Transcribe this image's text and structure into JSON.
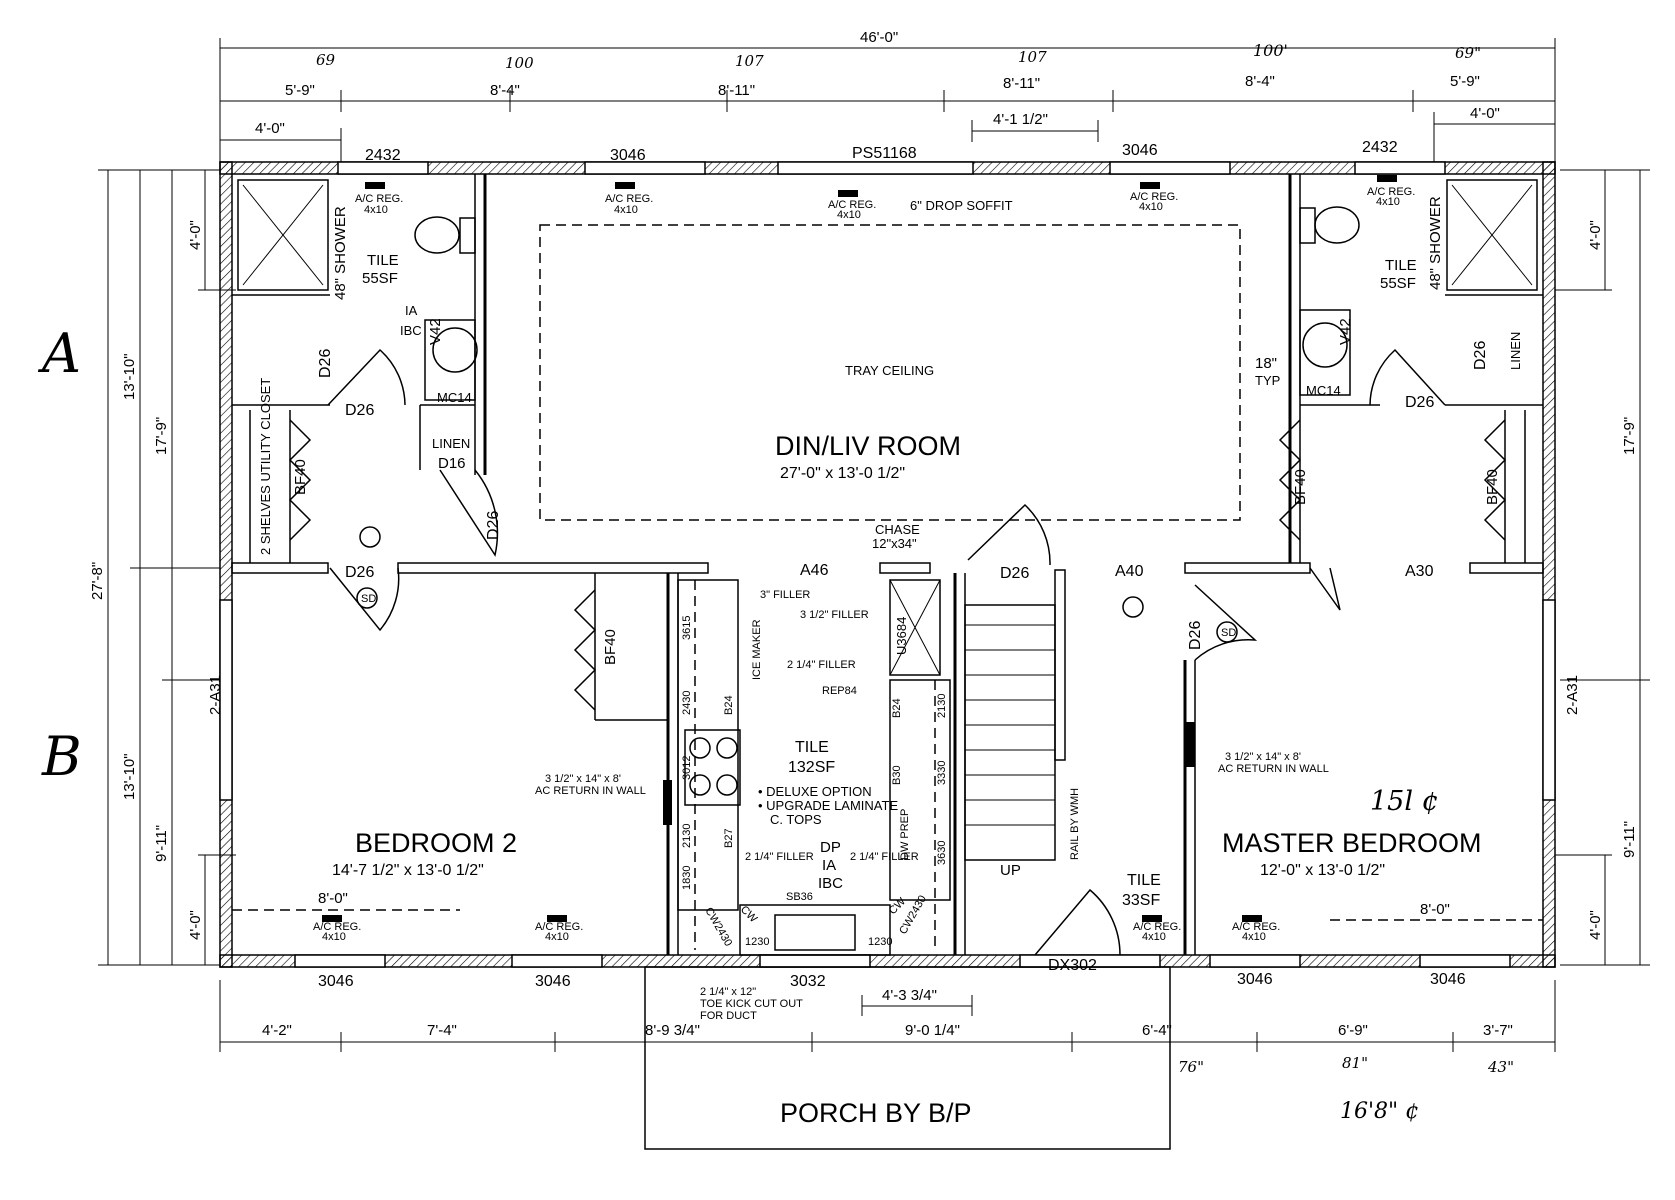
{
  "grid_labels": {
    "row_a": "A",
    "row_b": "B"
  },
  "overall": {
    "width": "46'-0\"",
    "depth": "27'-8\""
  },
  "top_dims": {
    "handwritten": [
      "69",
      "100",
      "107",
      "107",
      "100'",
      "69\""
    ],
    "segments": [
      "5'-9\"",
      "8'-4\"",
      "8'-11\"",
      "8'-11\"",
      "8'-4\"",
      "5'-9\""
    ],
    "left_4ft": "4'-0\"",
    "right_4ft": "4'-0\"",
    "center_offset": "4'-1 1/2\""
  },
  "top_windows": [
    "2432",
    "3046",
    "PS51168",
    "3046",
    "2432"
  ],
  "bottom_windows": [
    "3046",
    "3046",
    "3032",
    "3046",
    "3046"
  ],
  "bottom_dims": {
    "segments": [
      "4'-2\"",
      "7'-4\"",
      "8'-9 3/4\"",
      "9'-0 1/4\"",
      "6'-4\"",
      "6'-9\"",
      "3'-7\""
    ],
    "door_width": "4'-3 3/4\"",
    "handwritten": [
      "76\"",
      "81\"",
      "43\""
    ]
  },
  "left_dims": [
    "13'-10\"",
    "13'-10\"",
    "17'-9\"",
    "9'-11\"",
    "4'-0\"",
    "4'-0\""
  ],
  "right_dims": [
    "17'-9\"",
    "9'-11\"",
    "4'-0\"",
    "4'-0\""
  ],
  "side_windows": {
    "left": "2-A31",
    "right": "2-A31"
  },
  "rooms": {
    "din_liv": {
      "name": "DIN/LIV ROOM",
      "size": "27'-0\" x 13'-0 1/2\""
    },
    "tray": "TRAY CEILING",
    "soffit": "6\" DROP SOFFIT",
    "bedroom2": {
      "name": "BEDROOM 2",
      "size": "14'-7 1/2\" x 13'-0 1/2\""
    },
    "master": {
      "name": "MASTER BEDROOM",
      "size": "12'-0\" x 13'-0 1/2\""
    },
    "porch": "PORCH BY B/P"
  },
  "bath_left": {
    "shower": "48\" SHOWER",
    "tile": "TILE",
    "area": "55SF",
    "vanity": "V42",
    "ia": "IA",
    "ibc": "IBC",
    "mc": "MC14",
    "linen": "LINEN",
    "d16": "D16",
    "closet": "2 SHELVES UTILITY CLOSET"
  },
  "bath_right": {
    "shower": "48\" SHOWER",
    "tile": "TILE",
    "area": "55SF",
    "vanity": "V42",
    "mc": "MC14",
    "linen": "LINEN",
    "typ_dim": "18\"",
    "typ": "TYP"
  },
  "doors": {
    "d26": "D26",
    "bf40": "BF40",
    "a46": "A46",
    "a40": "A40",
    "a30": "A30",
    "dx302": "DX302",
    "sd": "SD"
  },
  "registers": {
    "label": "A/C REG.",
    "size": "4x10"
  },
  "kitchen": {
    "tile": "TILE",
    "area": "132SF",
    "notes": [
      "• DELUXE OPTION",
      "• UPGRADE LAMINATE",
      "C. TOPS"
    ],
    "chase": "CHASE",
    "chase_size": "12\"x34\"",
    "filler3": "3\" FILLER",
    "filler35": "3 1/2\" FILLER",
    "filler214": "2 1/4\" FILLER",
    "rep": "REP84",
    "u3684": "U3684",
    "b24": "B24",
    "b30": "B30",
    "b27": "B27",
    "c3615": "3615",
    "c2430": "2430",
    "c3012": "3012",
    "c2130": "2130",
    "c1830": "1830",
    "c3330": "3330",
    "c3630": "3630",
    "c1230": "1230",
    "dp": "DP",
    "ia": "IA",
    "ibc": "IBC",
    "sb36": "SB36",
    "cw": "CW",
    "cw2430": "CW2430",
    "ice": "ICE MAKER",
    "dwprep": "DW PREP",
    "filler_short": "2 1/4\" FILLER",
    "toe_kick": [
      "2 1/4\" x 12\"",
      "TOE KICK CUT OUT",
      "FOR DUCT"
    ]
  },
  "returns": {
    "left": [
      "3 1/2\" x 14\" x 8'",
      "AC RETURN IN WALL"
    ],
    "right": [
      "3 1/2\" x 14\" x 8'",
      "AC RETURN IN WALL"
    ]
  },
  "stair": {
    "up": "UP",
    "rail": "RAIL BY WMH"
  },
  "entry_tile": {
    "tile": "TILE",
    "area": "33SF"
  },
  "bed_dims": {
    "left": "8'-0\"",
    "right": "8'-0\""
  },
  "handwritten": {
    "total": "16'8\" ¢",
    "master_note": "15l ¢"
  }
}
